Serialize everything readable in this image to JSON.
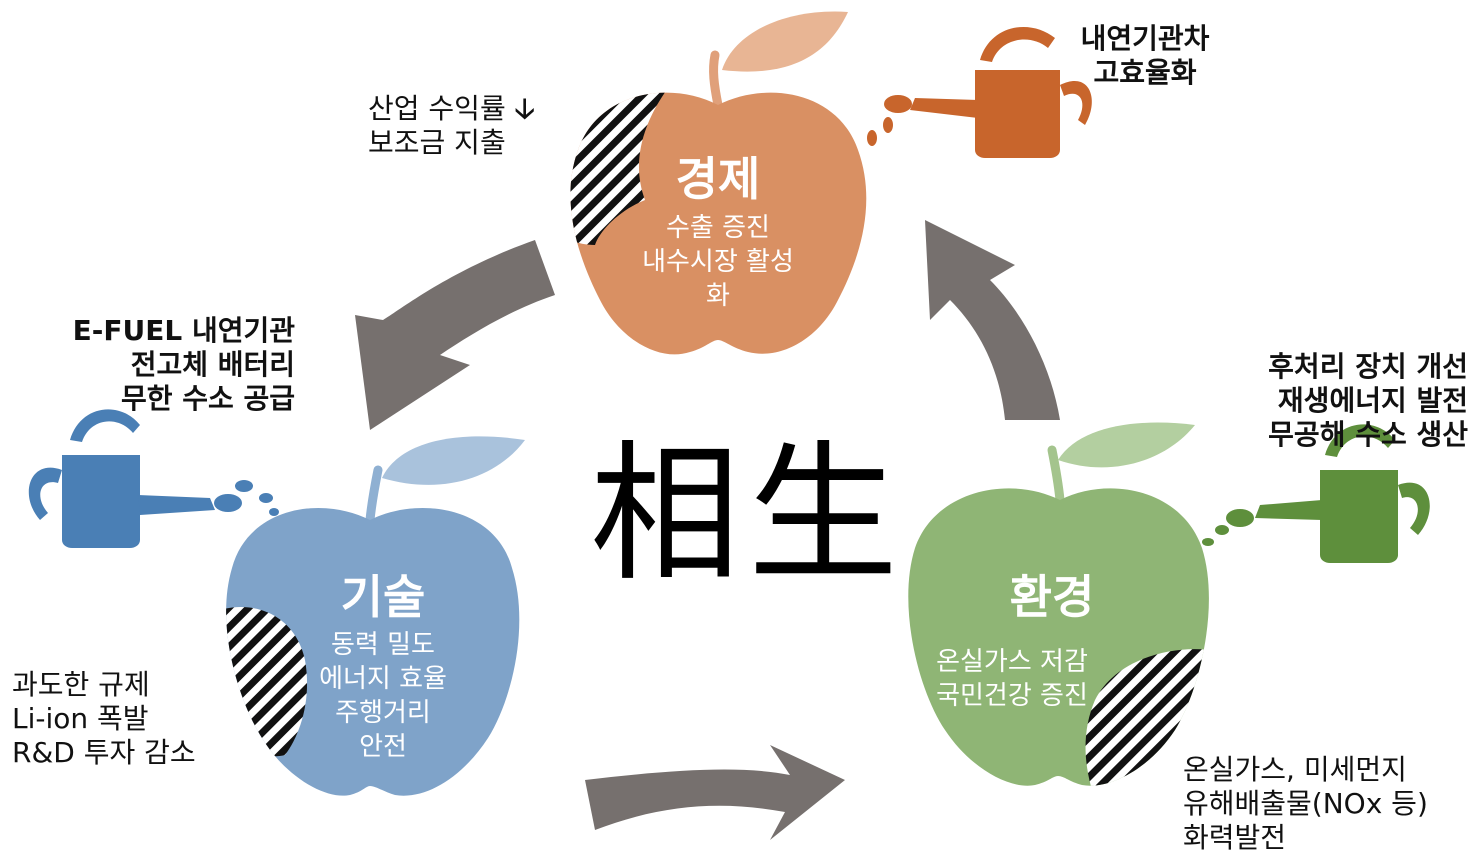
{
  "center_text": "相生",
  "apples": {
    "economy": {
      "title": "경제",
      "lines": [
        "수출 증진",
        "내수시장 활성",
        "화"
      ],
      "color": "#d99063",
      "leaf_color": "#e8b594"
    },
    "technology": {
      "title": "기술",
      "lines": [
        "동력 밀도",
        "에너지 효율",
        "주행거리",
        "안전"
      ],
      "color": "#7fa3c9",
      "leaf_color": "#a9c2dc"
    },
    "environment": {
      "title": "환경",
      "lines": [
        "온실가스 저감",
        "국민건강 증진"
      ],
      "color": "#8fb575",
      "leaf_color": "#b3cfa0"
    }
  },
  "watering_cans": {
    "economy": {
      "lines": [
        "내연기관차",
        "고효율화"
      ],
      "color": "#c8652c"
    },
    "technology": {
      "lines": [
        "E-FUEL 내연기관",
        "전고체 배터리",
        "무한 수소 공급"
      ],
      "color": "#4a7fb5"
    },
    "environment": {
      "lines": [
        "후처리 장치 개선",
        "재생에너지 발전",
        "무공해 수소 생산"
      ],
      "color": "#5e8f3c"
    }
  },
  "threats": {
    "economy": {
      "lines": [
        "산업 수익률",
        "보조금 지출"
      ],
      "arrow_glyph": "🡣"
    },
    "technology": {
      "lines": [
        "과도한 규제",
        "Li-ion 폭발",
        "R&D 투자 감소"
      ]
    },
    "environment": {
      "lines": [
        "온실가스, 미세먼지",
        "유해배출물(NOx 등)",
        "화력발전"
      ]
    }
  },
  "colors": {
    "cycle_arrow": "#76706e",
    "hatch": "#111111"
  }
}
